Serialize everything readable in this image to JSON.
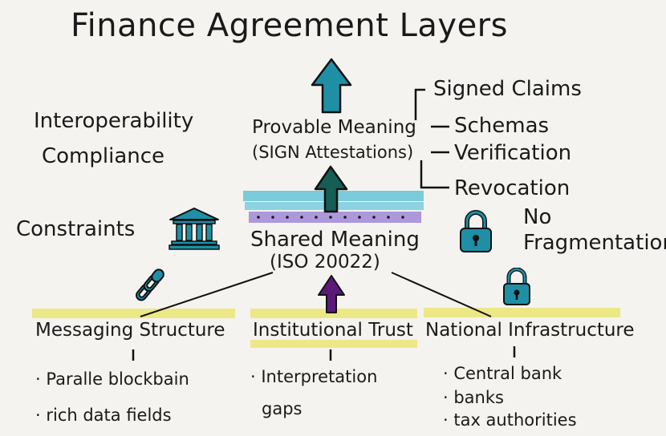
{
  "title": "Finance Agreement Layers",
  "left_notes": {
    "interoperability": "Interoperability",
    "compliance": "Compliance",
    "constraints": "Constraints"
  },
  "top_layer": {
    "line1": "Provable Meaning",
    "line2": "(SIGN Attestations)",
    "branches": [
      "Signed Claims",
      "Schemas",
      "Verification",
      "Revocation"
    ]
  },
  "middle_layer": {
    "line1": "Shared Meaning",
    "line2": "(ISO 20022)"
  },
  "right_note": {
    "line1": "No",
    "line2": "Fragmentation"
  },
  "foundations": [
    {
      "label": "Messaging Structure",
      "bullets": [
        "· Paralle blockbain",
        "· rich data fields"
      ]
    },
    {
      "label": "Institutional Trust",
      "bullets": [
        "· Interpretation",
        "gaps"
      ]
    },
    {
      "label": "National Infrastructure",
      "bullets": [
        "· Central bank",
        "· banks",
        "· tax authorities"
      ]
    }
  ],
  "icons": [
    "bank-icon",
    "chain-link-icon",
    "padlock-icon",
    "padlock-icon"
  ],
  "colors": {
    "teal": "#1f8fa6",
    "dark_green": "#145e55",
    "purple": "#5b1a7a",
    "highlight_yellow": "#ece77a",
    "highlight_blue": "#6fc6d8",
    "highlight_violet": "#a58ed8",
    "ink": "#1a1a1a"
  }
}
